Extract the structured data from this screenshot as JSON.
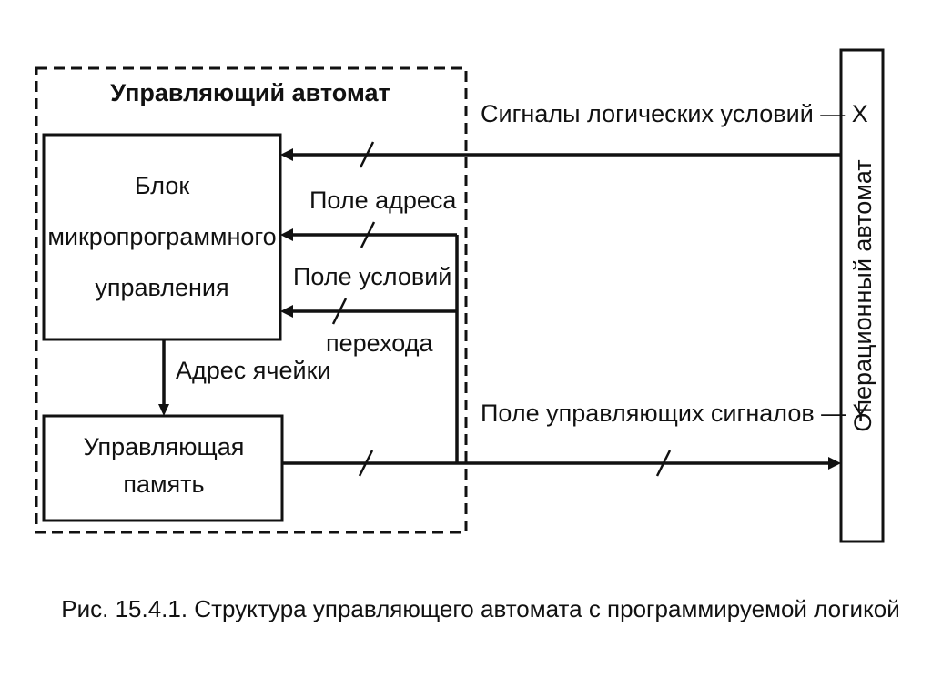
{
  "control_unit": {
    "title": "Управляющий автомат"
  },
  "microprogram_block": {
    "lines": [
      "Блок",
      "микропрограммного",
      "управления"
    ]
  },
  "control_memory": {
    "lines": [
      "Управляющая",
      "память"
    ]
  },
  "operational_unit": {
    "label": "Операционный автомат"
  },
  "signals": {
    "logic_conditions": "Сигналы логических условий — X",
    "address_field": "Поле адреса",
    "condition_field_lines": [
      "Поле условий",
      "перехода"
    ],
    "cell_address": "Адрес ячейки",
    "control_signals_field": "Поле управляющих сигналов — Y"
  },
  "caption": "Рис. 15.4.1. Структура управляющего автомата с программируемой логикой"
}
